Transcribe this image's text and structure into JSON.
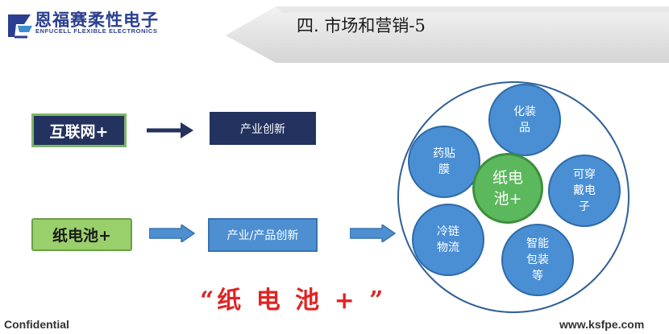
{
  "header": {
    "company_name": "恩福赛柔性电子",
    "company_sub": "ENFUCELL FLEXIBLE ELECTRONICS",
    "title": "四. 市场和营销-5"
  },
  "flow": {
    "internet_label": "互联网+",
    "internet_result": "产业创新",
    "paper_battery_label": "纸电池+",
    "paper_battery_result": "产业/产品创新"
  },
  "circle": {
    "center": "纸电池+",
    "center_line1": "纸电",
    "center_line2": "池+",
    "satellites": [
      {
        "label": "化装品",
        "line1": "化装",
        "line2": "品"
      },
      {
        "label": "可穿戴电子",
        "line1": "可穿",
        "line2": "戴电",
        "line3": "子"
      },
      {
        "label": "智能包装等",
        "line1": "智能",
        "line2": "包装",
        "line3": "等"
      },
      {
        "label": "冷链物流",
        "line1": "冷链",
        "line2": "物流"
      },
      {
        "label": "药贴膜",
        "line1": "药贴",
        "line2": "膜"
      }
    ]
  },
  "slogan": "“纸 电 池 + ”",
  "footer": {
    "left": "Confidential",
    "right": "www.ksfpe.com"
  },
  "colors": {
    "navy": "#23325e",
    "green": "#9ad06b",
    "blue": "#4a8fd3",
    "center_green": "#5cb85c",
    "slogan_red": "#e02424"
  }
}
